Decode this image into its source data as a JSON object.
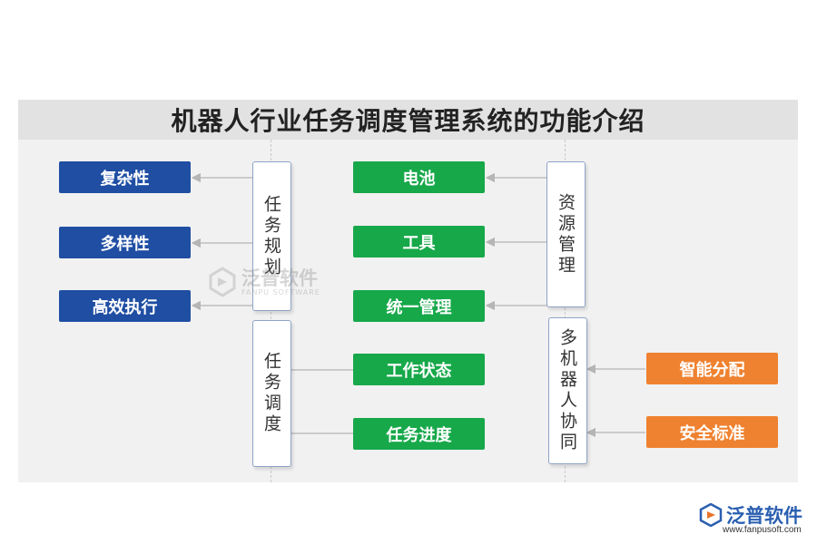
{
  "title": "机器人行业任务调度管理系统的功能介绍",
  "left_boxes": [
    "复杂性",
    "多样性",
    "高效执行"
  ],
  "task_planning": "任务规划",
  "task_scheduling": "任务调度",
  "resource_mgmt": "资源管理",
  "multi_robot": "多机器人协同",
  "green_boxes": [
    "电池",
    "工具",
    "统一管理",
    "工作状态",
    "任务进度"
  ],
  "orange_boxes": [
    "智能分配",
    "安全标准"
  ],
  "watermark": {
    "cn": "泛普软件",
    "en": "FANPU SOFTWARE"
  },
  "brand": {
    "cn": "泛普软件",
    "url": "www.fanpusoft.com"
  },
  "colors": {
    "blue": "#1f4ea3",
    "green": "#17a84a",
    "orange": "#ef8230",
    "line": "#b5b5b5"
  }
}
